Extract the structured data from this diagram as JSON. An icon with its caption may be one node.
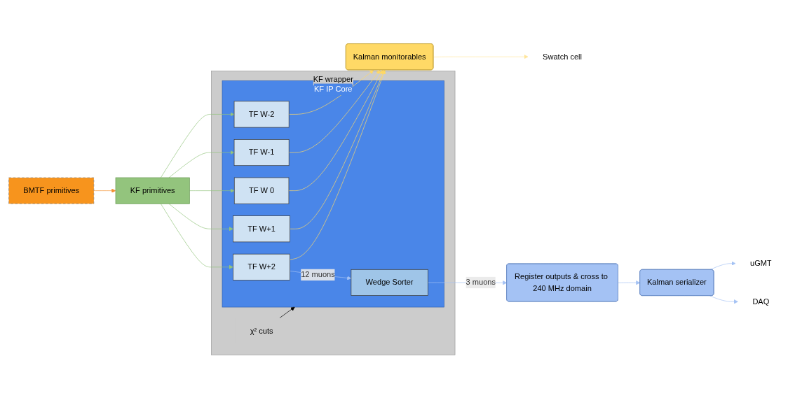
{
  "diagram": {
    "nodes": [
      {
        "text": [
          "BMTF primitives"
        ]
      },
      {
        "text": [
          "KF primitives"
        ]
      },
      {
        "text": [
          "KF wrapper"
        ]
      },
      {
        "text": [
          "KF IP Core"
        ],
        "in": 2
      },
      {
        "text": [
          "Wedge Sorter"
        ],
        "in": 3
      },
      {
        "text": [
          "TF W+2"
        ],
        "in": 3
      },
      {
        "text": [
          "TF W+1"
        ],
        "in": 3
      },
      {
        "text": [
          "TF W 0"
        ],
        "in": 3
      },
      {
        "text": [
          "TF W-1"
        ],
        "in": 3
      },
      {
        "text": [
          "TF W-2"
        ],
        "in": 3
      },
      {
        "text": [
          "χ² cuts"
        ],
        "in": 2
      },
      {
        "text": [
          "Register outputs & cross to 240 MHz domain"
        ]
      },
      {
        "text": [
          "Kalman serializer"
        ]
      },
      {
        "text": [
          "DAQ"
        ]
      },
      {
        "text": [
          "uGMT"
        ]
      },
      {
        "text": [
          "Kalman monitorables"
        ]
      },
      {
        "text": [
          "Swatch cell"
        ]
      }
    ],
    "edges": [
      {
        "from": 0,
        "to": 1,
        "arrow": "to",
        "color": "#f39030"
      },
      {
        "from": 1,
        "to": 5,
        "arrow": "to",
        "color": "#93c47d"
      },
      {
        "from": 1,
        "to": 6,
        "arrow": "to",
        "color": "#93c47d"
      },
      {
        "from": 1,
        "to": 7,
        "arrow": "to",
        "color": "#93c47d"
      },
      {
        "from": 1,
        "to": 8,
        "arrow": "to",
        "color": "#93c47d"
      },
      {
        "from": 1,
        "to": 9,
        "arrow": "to",
        "color": "#93c47d"
      },
      {
        "from": 10,
        "to": 3,
        "arrow": "to",
        "color": "#000000"
      },
      {
        "from": 5,
        "to": 4,
        "label": "12 muons",
        "arrow": "to",
        "color": "#a4c2f4"
      },
      {
        "from": 4,
        "to": 11,
        "label": "3 muons",
        "arrow": "to",
        "color": "#a4c2f4"
      },
      {
        "from": 11,
        "to": 12,
        "arrow": "to",
        "color": "#a4c2f4"
      },
      {
        "from": 12,
        "to": 13,
        "arrow": "to",
        "color": "#a4c2f4"
      },
      {
        "from": 12,
        "to": 14,
        "arrow": "to",
        "color": "#a4c2f4"
      },
      {
        "from": 5,
        "to": 15,
        "arrow": "to",
        "color": "#ffd966"
      },
      {
        "from": 6,
        "to": 15,
        "arrow": "to",
        "color": "#ffd966"
      },
      {
        "from": 7,
        "to": 15,
        "arrow": "to",
        "color": "#ffd966"
      },
      {
        "from": 8,
        "to": 15,
        "arrow": "to",
        "color": "#ffd966"
      },
      {
        "from": 9,
        "to": 15,
        "arrow": "to",
        "color": "#ffd966"
      },
      {
        "from": 15,
        "to": 16,
        "arrow": "to",
        "color": "#ffe599"
      }
    ]
  }
}
